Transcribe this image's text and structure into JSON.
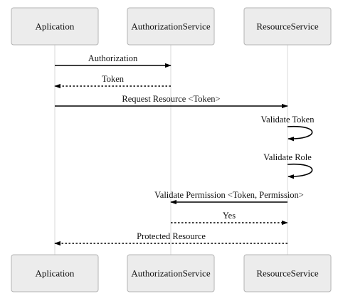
{
  "participants": [
    {
      "id": "app",
      "label": "Aplication"
    },
    {
      "id": "auth",
      "label": "AuthorizationService"
    },
    {
      "id": "res",
      "label": "ResourceService"
    }
  ],
  "messages": [
    {
      "from": "app",
      "to": "auth",
      "label": "Authorization",
      "style": "solid"
    },
    {
      "from": "auth",
      "to": "app",
      "label": "Token",
      "style": "dashed"
    },
    {
      "from": "app",
      "to": "res",
      "label": "Request Resource <Token>",
      "style": "solid"
    },
    {
      "from": "res",
      "to": "res",
      "label": "Validate Token",
      "style": "solid"
    },
    {
      "from": "res",
      "to": "res",
      "label": "Validate Role",
      "style": "solid"
    },
    {
      "from": "res",
      "to": "auth",
      "label": "Validate Permission <Token, Permission>",
      "style": "solid"
    },
    {
      "from": "auth",
      "to": "res",
      "label": "Yes",
      "style": "dashed"
    },
    {
      "from": "res",
      "to": "app",
      "label": "Protected Resource",
      "style": "dashed"
    }
  ]
}
